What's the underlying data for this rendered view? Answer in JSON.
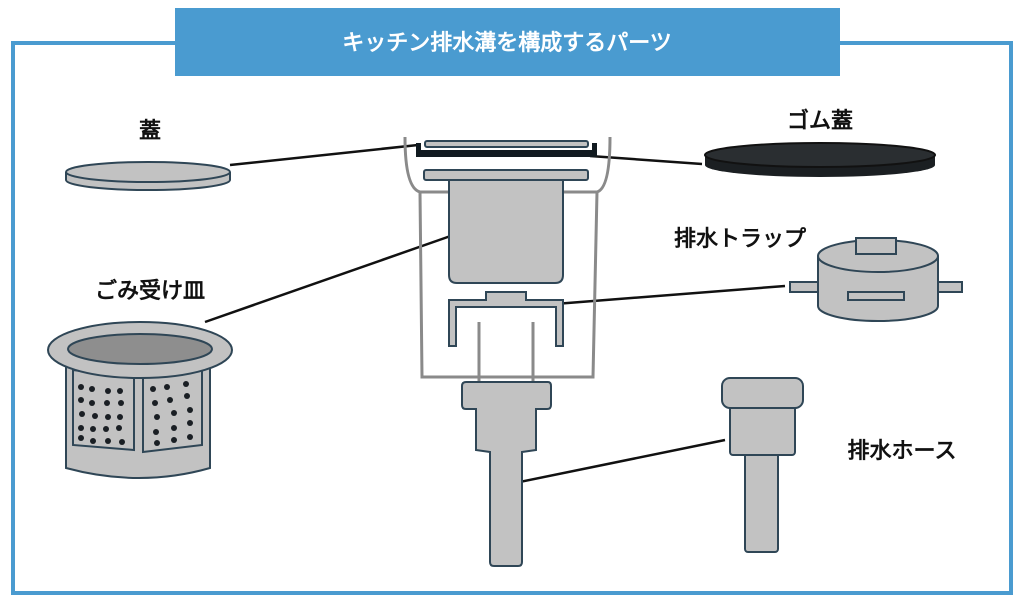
{
  "title": "キッチン排水溝を構成するパーツ",
  "labels": {
    "lid": "蓋",
    "rubber_lid": "ゴム蓋",
    "trap": "排水トラップ",
    "basket": "ごみ受け皿",
    "hose": "排水ホース"
  },
  "colors": {
    "accent": "#4a9bd0",
    "part_fill": "#c2c2c2",
    "outline": "#2f4656"
  }
}
